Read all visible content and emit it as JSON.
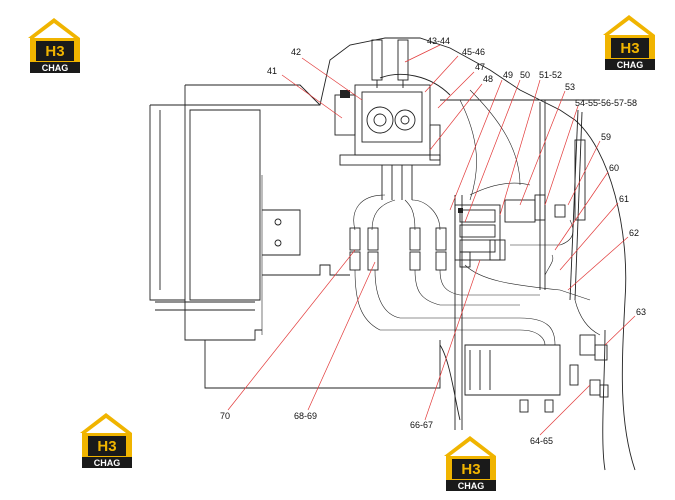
{
  "logo": {
    "mark": "H3",
    "brand": "CHAG",
    "color_gold": "#f0b400",
    "color_dark": "#1a1a1a"
  },
  "callouts": [
    {
      "id": "c41",
      "text": "41"
    },
    {
      "id": "c42",
      "text": "42"
    },
    {
      "id": "c43",
      "text": "43-44"
    },
    {
      "id": "c45",
      "text": "45-46"
    },
    {
      "id": "c47",
      "text": "47"
    },
    {
      "id": "c48",
      "text": "48"
    },
    {
      "id": "c49",
      "text": "49"
    },
    {
      "id": "c50",
      "text": "50"
    },
    {
      "id": "c51",
      "text": "51-52"
    },
    {
      "id": "c53",
      "text": "53"
    },
    {
      "id": "c54",
      "text": "54-55-56-57-58"
    },
    {
      "id": "c59",
      "text": "59"
    },
    {
      "id": "c60",
      "text": "60"
    },
    {
      "id": "c61",
      "text": "61"
    },
    {
      "id": "c62",
      "text": "62"
    },
    {
      "id": "c63",
      "text": "63"
    },
    {
      "id": "c64",
      "text": "64-65"
    },
    {
      "id": "c66",
      "text": "66-67"
    },
    {
      "id": "c68",
      "text": "68-69"
    },
    {
      "id": "c70",
      "text": "70"
    }
  ],
  "colors": {
    "leader": "#e23a3a",
    "line": "#222222"
  }
}
